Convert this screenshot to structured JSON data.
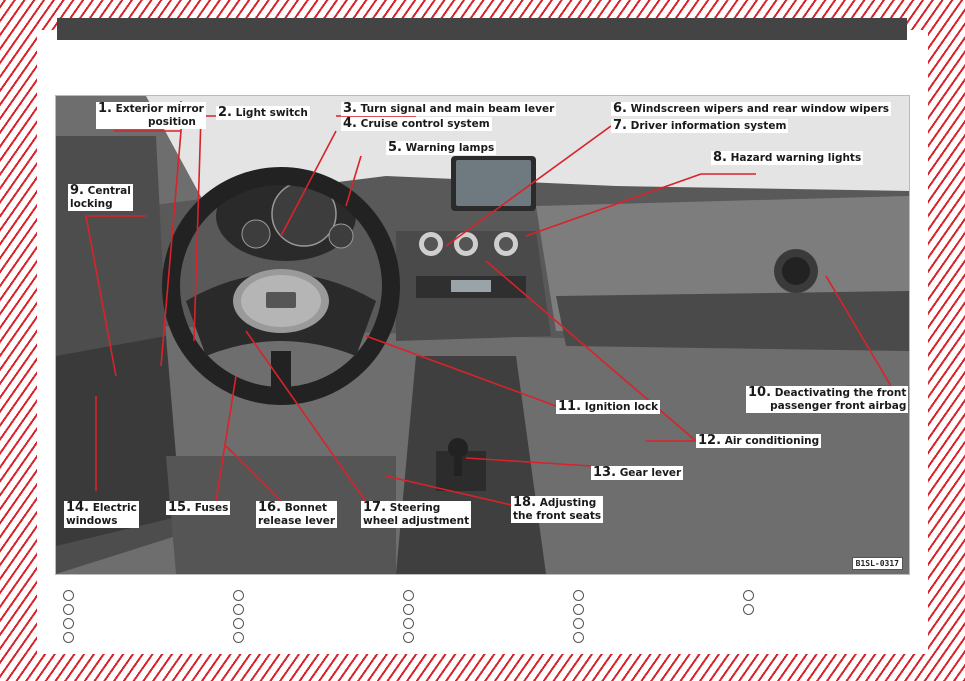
{
  "figure_code": "B1SL-0317",
  "callouts": [
    {
      "num": "1.",
      "label": "Exterior mirror",
      "label2": "position"
    },
    {
      "num": "2.",
      "label": "Light switch"
    },
    {
      "num": "3.",
      "label": "Turn signal and main beam lever"
    },
    {
      "num": "4.",
      "label": "Cruise control system"
    },
    {
      "num": "5.",
      "label": "Warning lamps"
    },
    {
      "num": "6.",
      "label": "Windscreen wipers and rear window wipers"
    },
    {
      "num": "7.",
      "label": "Driver information system"
    },
    {
      "num": "8.",
      "label": "Hazard warning lights"
    },
    {
      "num": "9.",
      "label": "Central",
      "label2": "locking"
    },
    {
      "num": "10.",
      "label": "Deactivating the front",
      "label2": "passenger front airbag"
    },
    {
      "num": "11.",
      "label": "Ignition lock"
    },
    {
      "num": "12.",
      "label": "Air conditioning"
    },
    {
      "num": "13.",
      "label": "Gear lever"
    },
    {
      "num": "14.",
      "label": "Electric",
      "label2": "windows"
    },
    {
      "num": "15.",
      "label": "Fuses"
    },
    {
      "num": "16.",
      "label": "Bonnet",
      "label2": "release lever"
    },
    {
      "num": "17.",
      "label": "Steering",
      "label2": "wheel adjustment"
    },
    {
      "num": "18.",
      "label": "Adjusting",
      "label2": "the front seats"
    }
  ],
  "colors": {
    "accent": "#d8232a",
    "header": "#444444"
  },
  "icons": {
    "steering_logo": "seat-logo-icon"
  }
}
